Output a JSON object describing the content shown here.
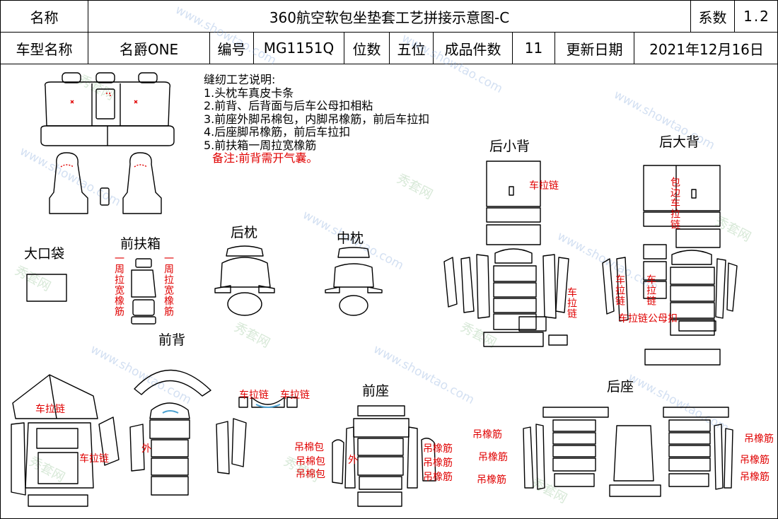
{
  "header": {
    "label_name": "名称",
    "title": "360航空软包坐垫套工艺拼接示意图-C",
    "label_coef": "系数",
    "coef_value": "1.2",
    "label_model": "车型名称",
    "model_value": "名爵ONE",
    "label_code": "编号",
    "code_value": "MG1151Q",
    "label_seats": "位数",
    "seats_value": "五位",
    "label_pieces": "成品件数",
    "pieces_value": "11",
    "label_updated": "更新日期",
    "updated_value": "2021年12月16日"
  },
  "notes": {
    "heading": "缝纫工艺说明:",
    "items": [
      "1.头枕车真皮卡条",
      "2.前背、后背面与后车公母扣相粘",
      "3.前座外脚吊棉包，内脚吊橡筋，前后车拉扣",
      "4.后座脚吊橡筋，前后车拉扣",
      "5.前扶箱一周拉宽橡筋"
    ],
    "remark": "备注:前背需开气囊。"
  },
  "sections": {
    "small_back": "后小背",
    "big_back": "后大背",
    "big_pocket": "大口袋",
    "front_armrest": "前扶箱",
    "rear_pillow": "后枕",
    "mid_pillow": "中枕",
    "front_back": "前背",
    "front_seat": "前座",
    "rear_seat": "后座"
  },
  "annotations": {
    "zipper": "车拉链",
    "edge_zipper": "包边车拉链",
    "snap": "车拉链公母扣",
    "elastic_around": "一周拉宽橡筋",
    "cotton_pack": "吊棉包",
    "elastic": "吊橡筋",
    "outer": "外"
  },
  "watermark": {
    "site": "www.showtao.com",
    "brand": "秀套网"
  },
  "colors": {
    "line": "#000000",
    "annotation": "#e00000",
    "watermark_blue": "#7aa0d8",
    "watermark_green": "#8ec08e"
  }
}
